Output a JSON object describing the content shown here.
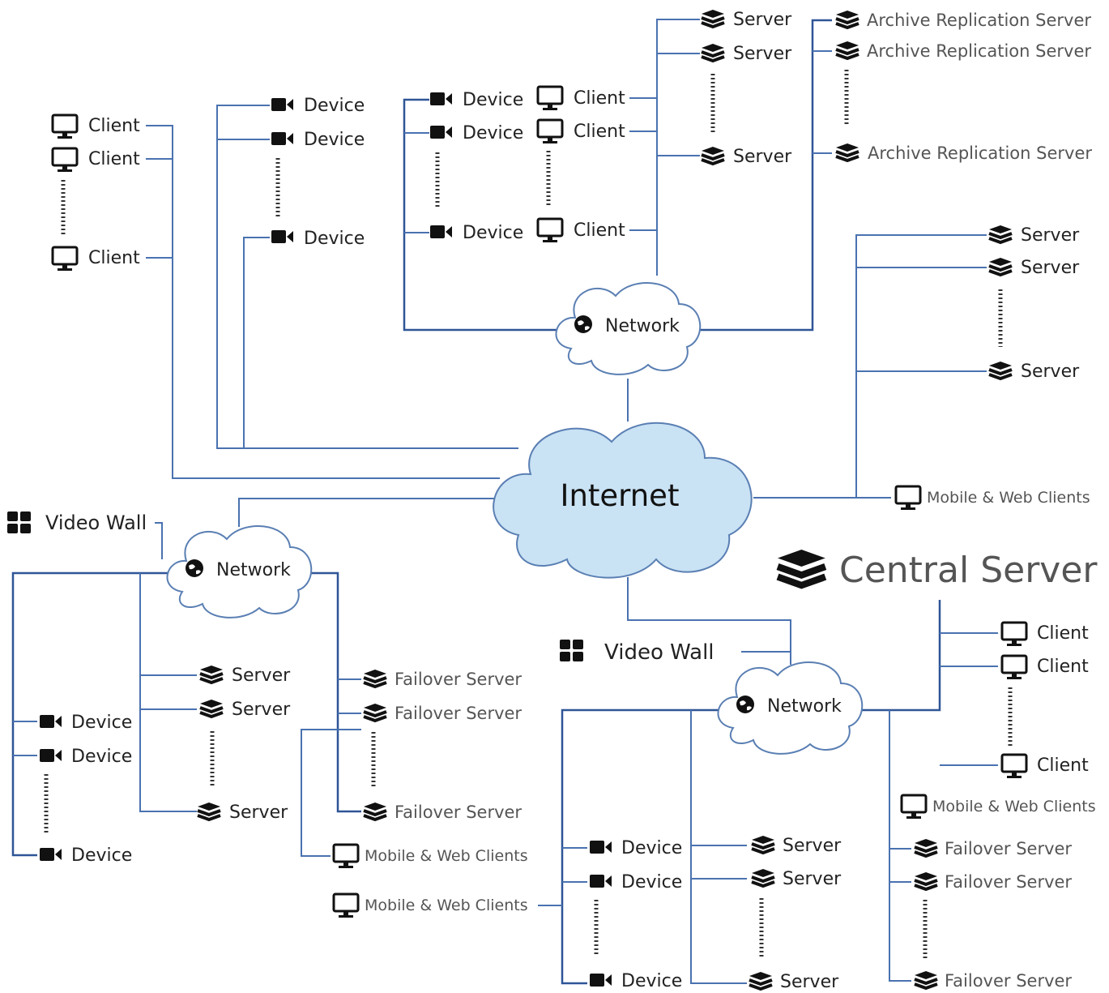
{
  "labels": {
    "client": "Client",
    "device": "Device",
    "server": "Server",
    "archive": "Archive Replication Server",
    "failover": "Failover Server",
    "mobile": "Mobile & Web Clients",
    "network": "Network",
    "internet": "Internet",
    "video_wall": "Video Wall",
    "central_server": "Central Server"
  },
  "icons": {
    "client": "monitor-icon",
    "device": "camera-icon",
    "server": "server-stack-icon",
    "network": "globe-icon",
    "video_wall": "grid-icon"
  },
  "colors": {
    "connector": "#4a72b0",
    "cloud_fill": "#c9e2f4",
    "cloud_stroke": "#5a7fb3"
  }
}
